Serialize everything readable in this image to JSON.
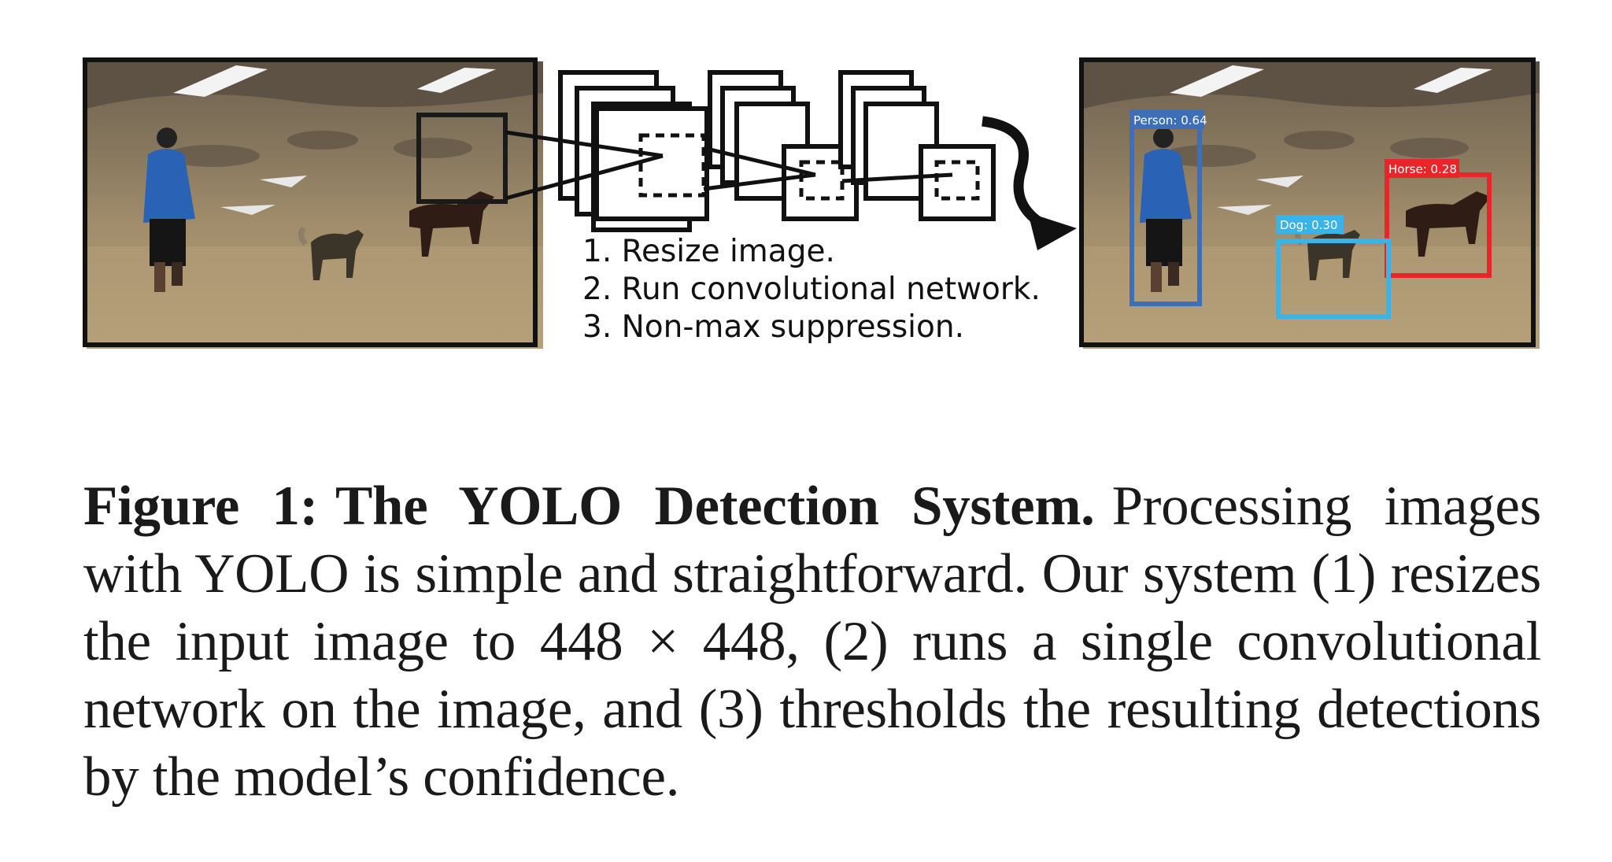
{
  "pipeline": {
    "steps": [
      "1. Resize image.",
      "2. Run convolutional network.",
      "3. Non-max suppression."
    ]
  },
  "detections": [
    {
      "label": "Person: 0.64",
      "class": "person",
      "color": "#3d6fb8"
    },
    {
      "label": "Horse: 0.28",
      "class": "horse",
      "color": "#e8262a"
    },
    {
      "label": "Dog: 0.30",
      "class": "dog",
      "color": "#3ab3e6"
    }
  ],
  "caption": {
    "label": "Figure 1:",
    "title": "The YOLO Detection System.",
    "body": "Processing images with YOLO is simple and straightforward. Our system (1) resizes the input image to 448 × 448, (2) runs a single convolutional network on the image, and (3) thresholds the resulting detections by the model’s confidence."
  },
  "colors": {
    "frame": "#111111",
    "grass": "#a89472",
    "jacket": "#2a63b6"
  }
}
